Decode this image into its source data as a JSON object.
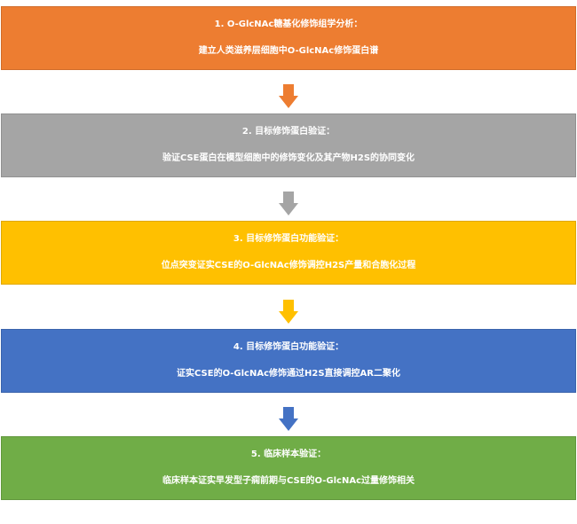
{
  "steps": [
    {
      "title": "1. O-GlcNAc糖基化修饰组学分析：",
      "detail": "建立人类滋养层细胞中O-GlcNAc修饰蛋白谱",
      "color": "#ED7D31"
    },
    {
      "title": "2. 目标修饰蛋白验证：",
      "detail": "验证CSE蛋白在模型细胞中的修饰变化及其产物H2S的协同变化",
      "color": "#A5A5A5"
    },
    {
      "title": "3. 目标修饰蛋白功能验证：",
      "detail": "位点突变证实CSE的O-GlcNAc修饰调控H2S产量和合胞化过程",
      "color": "#FFC000"
    },
    {
      "title": "4. 目标修饰蛋白功能验证：",
      "detail": "证实CSE的O-GlcNAc修饰通过H2S直接调控AR二聚化",
      "color": "#4472C4"
    },
    {
      "title": "5. 临床样本验证：",
      "detail": "临床样本证实早发型子痫前期与CSE的O-GlcNAc过量修饰相关",
      "color": "#70AD47"
    }
  ]
}
